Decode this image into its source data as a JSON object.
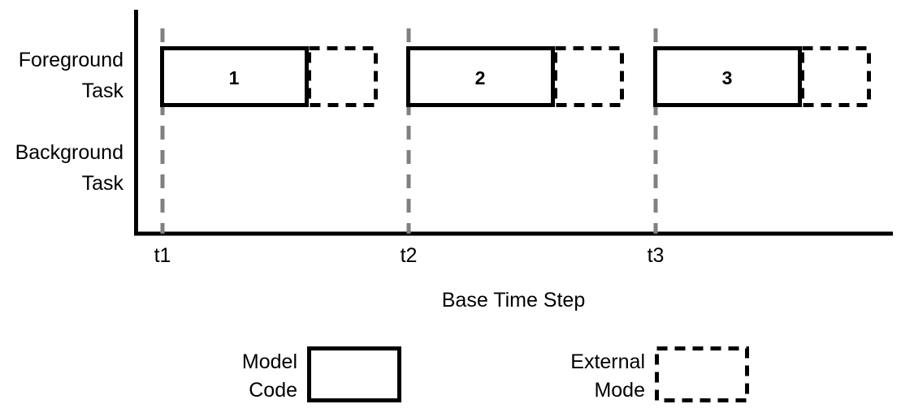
{
  "figure": {
    "type": "timing-diagram",
    "background_color": "#ffffff",
    "line_color": "#000000",
    "tick_color": "#808080"
  },
  "axes": {
    "x_title": "Base Time Step",
    "row_labels": [
      {
        "line1": "Foreground",
        "line2": "Task"
      },
      {
        "line1": "Background",
        "line2": "Task"
      }
    ],
    "tick_labels": [
      "t1",
      "t2",
      "t3"
    ]
  },
  "blocks": [
    {
      "number": "1",
      "tick": "t1"
    },
    {
      "number": "2",
      "tick": "t2"
    },
    {
      "number": "3",
      "tick": "t3"
    }
  ],
  "legend": [
    {
      "line1": "Model",
      "line2": "Code",
      "style": "solid"
    },
    {
      "line1": "External",
      "line2": "Mode",
      "style": "dashed"
    }
  ],
  "chart_data": {
    "type": "bar",
    "title": "",
    "xlabel": "Base Time Step",
    "ylabel": "",
    "categories": [
      "t1",
      "t2",
      "t3"
    ],
    "rows": [
      "Foreground Task",
      "Background Task"
    ],
    "tick_positions": [
      "t1",
      "t2",
      "t3"
    ],
    "series": [
      {
        "name": "Model Code",
        "style": "solid",
        "row": "Foreground Task",
        "labels": [
          "1",
          "2",
          "3"
        ],
        "segments": [
          {
            "start": "t1",
            "label": "1"
          },
          {
            "start": "t2",
            "label": "2"
          },
          {
            "start": "t3",
            "label": "3"
          }
        ]
      },
      {
        "name": "External Mode",
        "style": "dashed",
        "row": "Foreground Task",
        "labels": [
          "",
          "",
          ""
        ],
        "segments": [
          {
            "start": "t1",
            "label": ""
          },
          {
            "start": "t2",
            "label": ""
          },
          {
            "start": "t3",
            "label": ""
          }
        ]
      }
    ],
    "legend_position": "bottom",
    "grid": false,
    "notes": "Background Task row is empty; each base time step begins with Model Code execution followed by External Mode communication."
  }
}
